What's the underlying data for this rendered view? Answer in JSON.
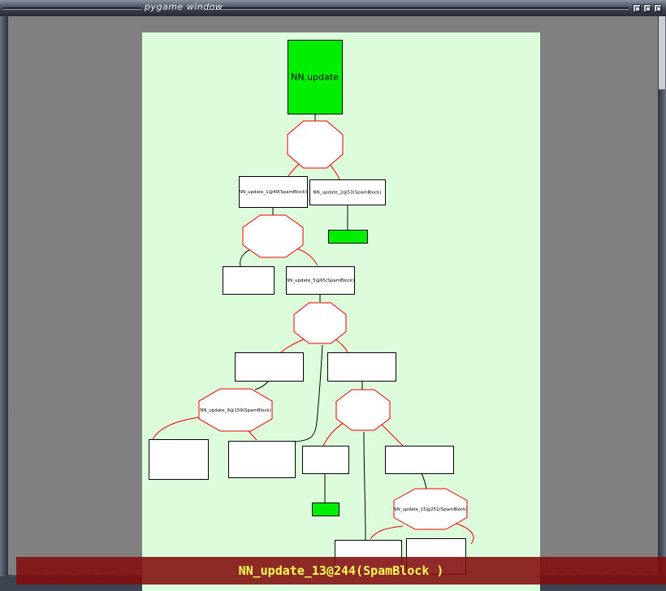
{
  "window": {
    "title": "pygame window",
    "buttons": [
      "minimize-icon",
      "maximize-icon",
      "close-icon"
    ]
  },
  "colors": {
    "graph_background": "#dcfcdc",
    "canvas_background": "#808080",
    "leaf_node_fill": "#00ee00",
    "branch_outline": "#ee0000",
    "status_bar": "#820c0c",
    "status_text": "#ffff55"
  },
  "graph": {
    "root_label": "NN.update",
    "node_labels": {
      "n2": "NN_update_1@49(SpamBlock)",
      "n3": "NN_update_2@53(SpamBlock)",
      "n7": "NN_update_5@65(SpamBlock)",
      "n11": "NN_update_9@159(SpamBlock)",
      "n19": "NN_update_15@251(SpamBlock)"
    }
  },
  "status": {
    "hover_label": "NN_update_13@244(SpamBlock )"
  }
}
